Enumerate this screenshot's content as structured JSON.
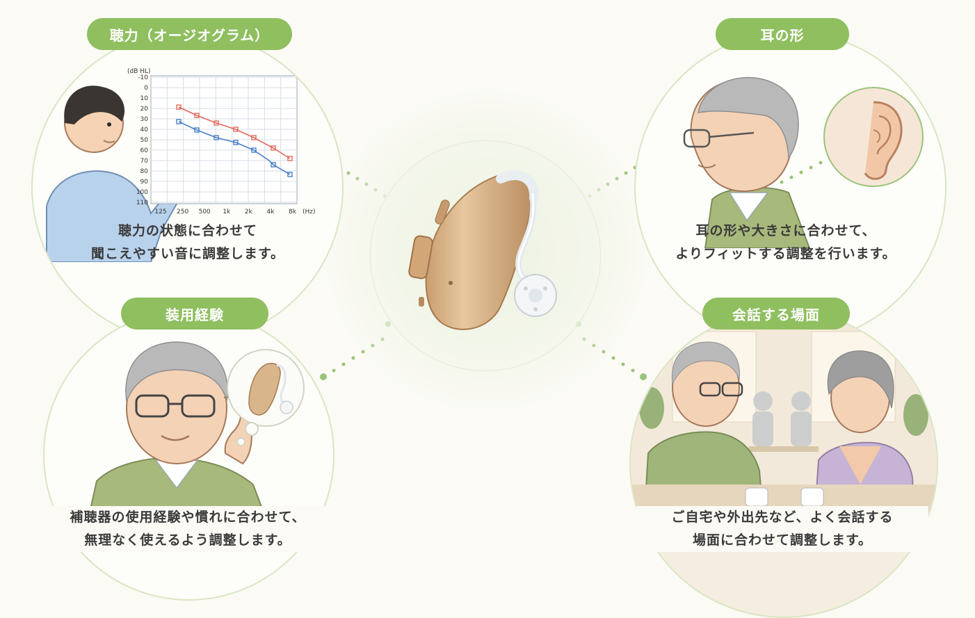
{
  "panels": {
    "audiogram": {
      "title": "聴力（オージオグラム）",
      "caption_line1": "聴力の状態に合わせて",
      "caption_line2": "聞こえやすい音に調整します。"
    },
    "ear_shape": {
      "title": "耳の形",
      "caption_line1": "耳の形や大きさに合わせて、",
      "caption_line2": "よりフィットする調整を行います。"
    },
    "experience": {
      "title": "装用経験",
      "caption_line1": "補聴器の使用経験や慣れに合わせて、",
      "caption_line2": "無理なく使えるよう調整します。"
    },
    "conversation": {
      "title": "会話する場面",
      "caption_line1": "ご自宅や外出先など、よく会話する",
      "caption_line2": "場面に合わせて調整します。"
    }
  },
  "audiogram_chart": {
    "y_unit": "(dB HL)",
    "x_unit": "(Hz)",
    "y_ticks": [
      "-10",
      "0",
      "10",
      "20",
      "30",
      "40",
      "50",
      "60",
      "70",
      "80",
      "90",
      "100",
      "110"
    ],
    "x_ticks": [
      "125",
      "250",
      "500",
      "1k",
      "2k",
      "4k",
      "8k"
    ]
  },
  "colors": {
    "accent_green": "#8fbf5f",
    "hearing_aid_beige": "#d9b58c",
    "series_right": "#e06a5a",
    "series_left": "#4a7fc8"
  }
}
